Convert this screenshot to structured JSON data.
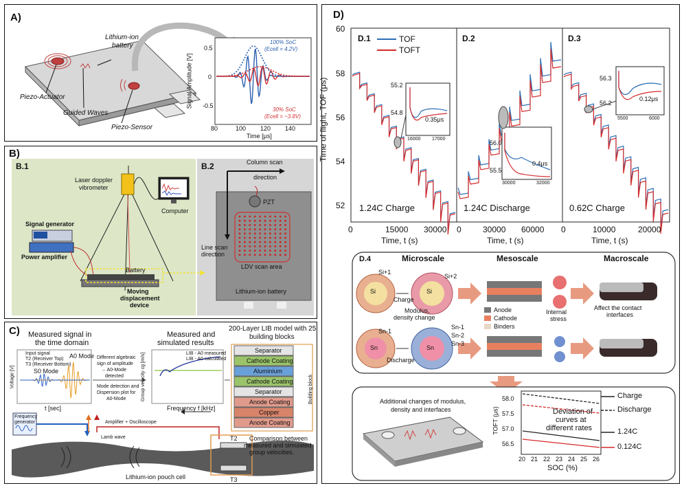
{
  "panelA": {
    "label": "A)",
    "battery_label": "Lithium-ion\nbattery",
    "battery_label_l1": "Lithium-ion",
    "battery_label_l2": "battery",
    "piezo_actuator": "Piezo-Actuator",
    "guided_waves": "Guided Waves",
    "piezo_sensor": "Piezo-Sensor",
    "plot_ylabel": "Signal Amplitude [V]",
    "plot_xlabel": "Time [μs]",
    "soc100": "100% SoC",
    "soc100_v": "(Ecell = 4.2V)",
    "soc30": "30% SoC",
    "soc30_v": "(Ecell = ~3.8V)",
    "xticks": [
      "80",
      "100",
      "120",
      "140"
    ],
    "yticks": [
      "0.5",
      "0",
      "-0.5"
    ],
    "colors": {
      "soc100": "#2a5fb0",
      "soc30": "#d33030"
    }
  },
  "panelB": {
    "label": "B)",
    "b1": "B.1",
    "b2": "B.2",
    "ldv": "Laser doppler\nvibrometer",
    "ldv_l1": "Laser doppler",
    "ldv_l2": "vibrometer",
    "computer": "Computer",
    "signal_generator": "Signal generator",
    "power_amplifier": "Power amplifier",
    "battery": "Battery",
    "moving_l1": "Moving",
    "moving_l2": "displacement",
    "moving_l3": "device",
    "column_scan_l1": "Column scan",
    "column_scan_l2": "direction",
    "pzt": "PZT",
    "line_scan_l1": "Line scan",
    "line_scan_l2": "direction",
    "ldv_area": "LDV scan area",
    "lib": "Lithium-ion battery"
  },
  "panelC": {
    "label": "C)",
    "measured_l1": "Measured signal in",
    "measured_l2": "the time domain",
    "legend": [
      "Input signal",
      "T2 (Receiver Top)",
      "T3 (Receiver Bottom)"
    ],
    "a0_mode": "A0 Mode",
    "s0_mode": "S0 Mode",
    "voltage": "Voltage [V]",
    "tsec": "t [sec]",
    "algebraic": [
      "Different algebraic",
      "sign of amplitude",
      "→ A0-Mode",
      "detected"
    ],
    "mode_det": [
      "Mode detection and",
      "Dispersion plot for",
      "A0-Mode"
    ],
    "results_l1": "Measured and",
    "results_l2": "simulated results",
    "gv_label": "Group velocity cg [m/s]",
    "freq_label": "Frequency f [kHz]",
    "gv_legend": [
      "LIB - A0 measured",
      "LIB - A0 calculated"
    ],
    "model_l1": "200-Layer LIB model with 25",
    "model_l2": "building blocks",
    "layers": [
      "Separator",
      "Cathode Coating",
      "Aluminium",
      "Cathode Coating",
      "Separator",
      "Anode Coating",
      "Copper",
      "Anode Coating"
    ],
    "layer_colors": [
      "#e4e4e4",
      "#9bc46a",
      "#6aa0d8",
      "#9bc46a",
      "#e4e4e4",
      "#e09a8c",
      "#d8846a",
      "#e09a8c"
    ],
    "building_block": "Building block",
    "freq_gen_l1": "Frequency",
    "freq_gen_l2": "generator",
    "amp_osc": "Amplifier + Oscilloscope",
    "lamb": "Lamb wave",
    "comparison": [
      "Comparison between",
      "measured and simulated",
      "group velocities."
    ],
    "t2": "T2",
    "t3": "T3",
    "pouch": "Lithium-ion pouch cell"
  },
  "panelD": {
    "label": "D)",
    "ylabel": "Time of flight, TOF (μs)",
    "yticks": [
      "60",
      "58",
      "56",
      "54",
      "52"
    ],
    "legend": [
      "TOF",
      "TOFT"
    ],
    "colors": {
      "tof": "#2a6db5",
      "toft": "#d42a2a"
    },
    "subplots": [
      {
        "id": "D.1",
        "caption": "1.24C Charge",
        "xticks": [
          "0",
          "15000",
          "30000"
        ],
        "xlabel": "Time, t (s)",
        "inset": {
          "yticks": [
            "55.2",
            "54.8"
          ],
          "xticks": [
            "16000",
            "17000"
          ],
          "delta": "0.35μs"
        }
      },
      {
        "id": "D.2",
        "caption": "1.24C Discharge",
        "xticks": [
          "0",
          "30000",
          "60000"
        ],
        "xlabel": "Time, t (s)",
        "inset": {
          "yticks": [
            "56.0",
            "55.5"
          ],
          "xticks": [
            "30000",
            "32000"
          ],
          "delta": "0.4μs"
        }
      },
      {
        "id": "D.3",
        "caption": "0.62C Charge",
        "xticks": [
          "0",
          "10000",
          "20000"
        ],
        "xlabel": "Time, t (s)",
        "inset": {
          "yticks": [
            "56.3",
            "56.2"
          ],
          "xticks": [
            "5500",
            "6000"
          ],
          "delta": "0.12μs"
        }
      }
    ],
    "d4": {
      "id": "D.4",
      "micro": "Microscale",
      "meso": "Mesoscale",
      "macro": "Macroscale",
      "si1": "Si+1",
      "si": "Si",
      "si2": "Si+2",
      "charge": "Charge",
      "discharge": "Discharge",
      "modulus_l1": "Modulus,",
      "modulus_l2": "density change",
      "anode": "Anode",
      "cathode": "Cathode",
      "binders": "Binders",
      "internal_l1": "Internal",
      "internal_l2": "stress",
      "affect_l1": "Affect the contact",
      "affect_l2": "interfaces",
      "sn1": "Sn-1",
      "sn": "Sn",
      "sn_1": "Sn-1",
      "sn_2": "Sn-2",
      "sn_3": "Sn-3"
    },
    "bottom": {
      "additional_l1": "Additional changes of modulus,",
      "additional_l2": "density and interfaces",
      "ylabel": "TOFT (μs)",
      "xlabel": "SOC (%)",
      "yticks": [
        "58.0",
        "57.5",
        "57.0",
        "56.5"
      ],
      "xticks": [
        "20",
        "21",
        "22",
        "23",
        "24",
        "25",
        "26"
      ],
      "deviation": [
        "Deviation of",
        "curves at",
        "different rates"
      ],
      "legend": [
        "Charge",
        "Discharge",
        "1.24C",
        "0.124C"
      ]
    }
  }
}
